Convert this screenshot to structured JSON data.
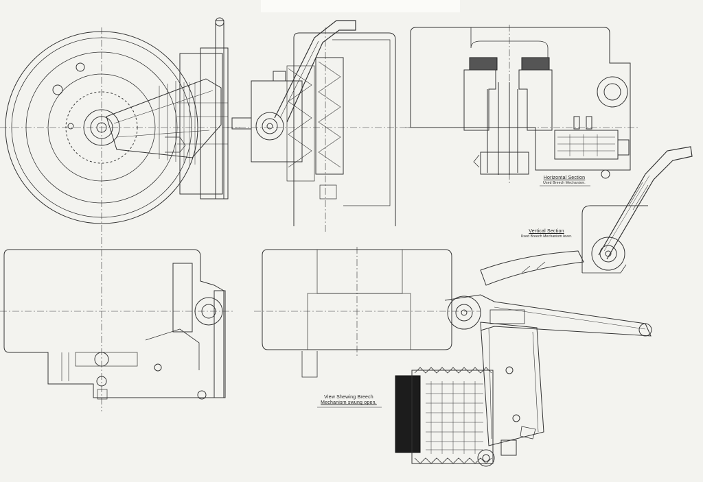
{
  "captions": {
    "horizontal": {
      "title": "Horizontal Section",
      "sub": "Used Breech Mechanism."
    },
    "vertical": {
      "title": "Vertical Section",
      "sub": "Used Breech Mechanism lever."
    },
    "swung_open": {
      "line1": "View Shewing Breech",
      "line2": "Mechanism swung open."
    }
  }
}
